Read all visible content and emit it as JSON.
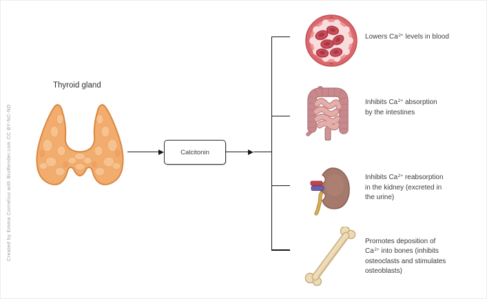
{
  "credit": "Created by Emma Cornelius with BioRender.com CC BY-NC-ND",
  "thyroid": {
    "label": "Thyroid gland"
  },
  "hormone": {
    "label": "Calcitonin"
  },
  "effects": [
    {
      "icon": "blood-vessel-icon",
      "target": "blood",
      "lines": [
        {
          "pre": "Lowers Ca",
          "sup": "2+",
          "post": " levels in blood"
        }
      ]
    },
    {
      "icon": "intestines-icon",
      "target": "intestines",
      "lines": [
        {
          "pre": "Inhibits Ca",
          "sup": "2+",
          "post": " absorption"
        },
        {
          "pre": "by the intestines"
        }
      ]
    },
    {
      "icon": "kidney-icon",
      "target": "kidney",
      "lines": [
        {
          "pre": "Inhibits Ca",
          "sup": "2+",
          "post": " reabsorption"
        },
        {
          "pre": "in the kidney (excreted in"
        },
        {
          "pre": "the urine)"
        }
      ]
    },
    {
      "icon": "bone-icon",
      "target": "bones",
      "lines": [
        {
          "pre": "Promotes deposition of"
        },
        {
          "pre": "Ca",
          "sup": "2+",
          "post": " into bones (inhibits"
        },
        {
          "pre": "osteoclasts and stimulates"
        },
        {
          "pre": "osteoblasts)"
        }
      ]
    }
  ],
  "palette": {
    "line": "#161616",
    "text": "#3a3a3a",
    "credit_gray": "#9a9a9a",
    "thyroid_orange": "#F2AC6D",
    "thyroid_outline": "#D9873F",
    "blood_red": "#DA686C",
    "blood_lumen": "#F9DCDC",
    "intestine_pink": "#C9898C",
    "intestine_inner": "#E5AEA9",
    "kidney_brown": "#A5796B",
    "vessel_artery": "#C0444C",
    "vessel_vein": "#7060AC",
    "ureter_yellow": "#D9AC52",
    "bone_tan": "#EDDCB7"
  }
}
